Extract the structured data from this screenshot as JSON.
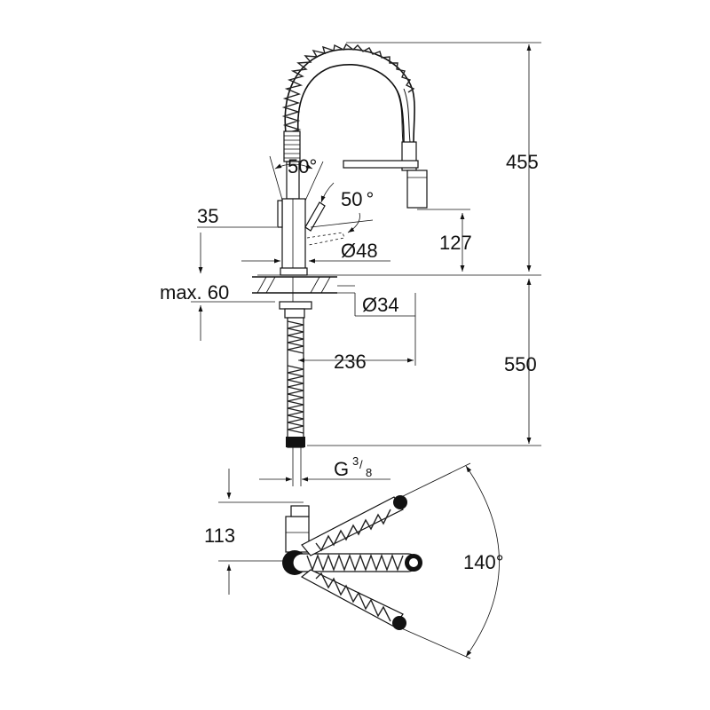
{
  "dimensions": {
    "height_above_deck": "455",
    "spout_height": "127",
    "angle_spout": "50°",
    "angle_lever_deg": "50",
    "angle_lever_unit": "°",
    "body_dia_35": "35",
    "body_dia_48": "Ø48",
    "max_deck": "max. 60",
    "hole_dia": "Ø34",
    "reach": "236",
    "hose_length": "550",
    "thread_g": "G",
    "thread_num": "3",
    "thread_den": "8",
    "top_depth": "113",
    "swivel_angle": "140°"
  }
}
